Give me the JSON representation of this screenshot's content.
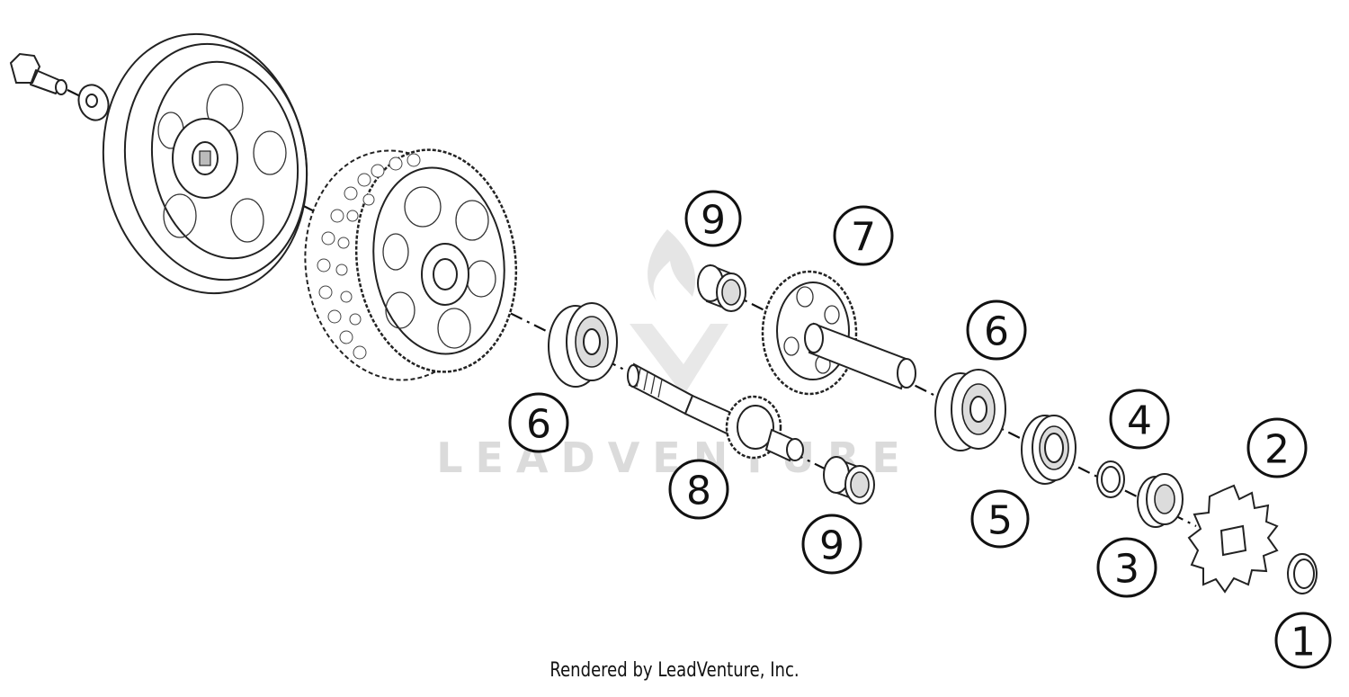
{
  "watermark": {
    "text": "LEADVENTURE"
  },
  "footer": {
    "text": "Rendered by LeadVenture, Inc."
  },
  "callouts": [
    "9",
    "7",
    "6",
    "6",
    "8",
    "9",
    "5",
    "4",
    "2",
    "3",
    "1"
  ]
}
